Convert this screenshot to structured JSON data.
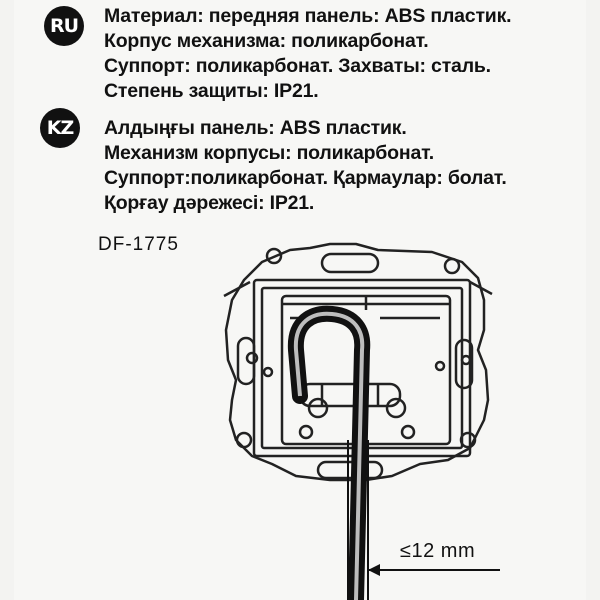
{
  "ru": {
    "badge": "RU",
    "lines": [
      "Материал: передняя панель: ABS пластик.",
      "Корпус механизма: поликарбонат.",
      "Суппорт: поликарбонат. Захваты: сталь.",
      "Степень защиты: IP21."
    ]
  },
  "kz": {
    "badge": "KZ",
    "lines": [
      "Алдыңғы панель: ABS пластик.",
      "Механизм корпусы: поликарбонат.",
      "Суппорт:поликарбонат. Қармаулар: болат.",
      "Қорғау дәрежесі: IP21."
    ]
  },
  "model": "DF-1775",
  "dimension_label": "≤12 mm"
}
